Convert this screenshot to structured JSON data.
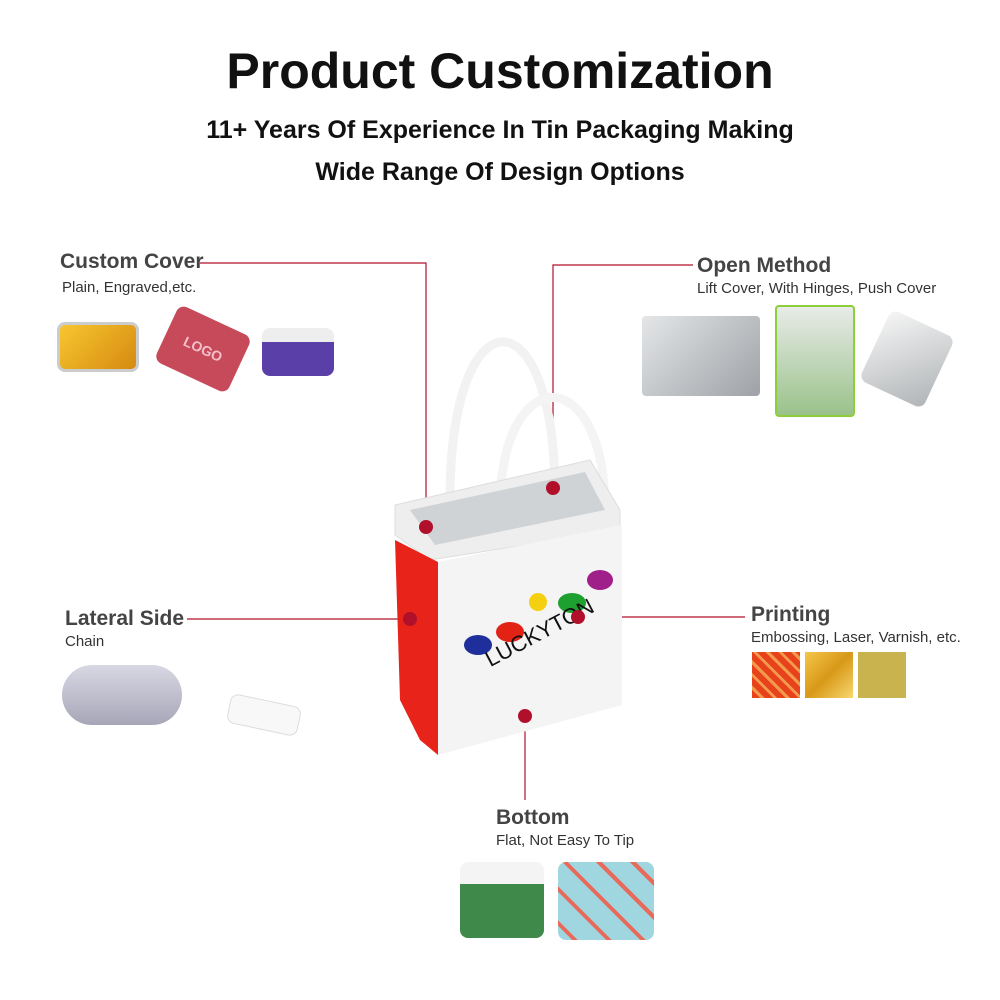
{
  "header": {
    "title": "Product Customization",
    "subtitle1": "11+ Years Of Experience In Tin Packaging Making",
    "subtitle2": "Wide Range Of Design Options"
  },
  "features": {
    "custom_cover": {
      "label": "Custom Cover",
      "desc": "Plain, Engraved,etc."
    },
    "open_method": {
      "label": "Open Method",
      "desc": "Lift Cover, With Hinges, Push Cover"
    },
    "lateral_side": {
      "label": "Lateral Side",
      "desc": "Chain"
    },
    "printing": {
      "label": "Printing",
      "desc": "Embossing, Laser, Varnish, etc."
    },
    "bottom": {
      "label": "Bottom",
      "desc": "Flat, Not Easy To Tip"
    }
  },
  "product": {
    "brand": "LUCKYTON",
    "logo_sample": "LOGO"
  },
  "colors": {
    "marker": "#b0102a",
    "line": "#b0102a",
    "swatch1": "#e8421c",
    "swatch2": "#e0a81c",
    "swatch3": "#c9b34e"
  }
}
